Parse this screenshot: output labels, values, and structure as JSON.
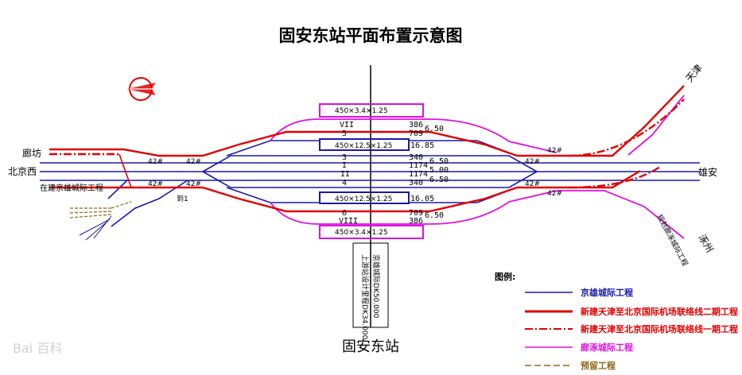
{
  "title": "固安东站平面布置示意图",
  "station_name": "固安东站",
  "places": {
    "langfang": "廊坊",
    "beijing_west": "北京西",
    "tianjin": "天津",
    "xiongan": "雄安",
    "zhuozhou": "涿州"
  },
  "route_notes": {
    "left_existing": "在建京雄城际工程",
    "right_lower": "规划廊涿城际工程"
  },
  "turnout_label": "42#",
  "track_numbers": [
    "VII",
    "5",
    "3",
    "I",
    "II",
    "4",
    "6",
    "VIII"
  ],
  "track_lengths": [
    "386",
    "709",
    "340",
    "1174",
    "1174",
    "340",
    "709",
    "386"
  ],
  "spacings": [
    "6.50",
    "6.50",
    "5.00",
    "6.50",
    "6.50"
  ],
  "platform_notes": [
    "450×3.4×1.25",
    "450×12.5×1.25",
    "450×12.5×1.25",
    "450×3.4×1.25"
  ],
  "dims": [
    "16.85",
    "16.05"
  ],
  "centerline_notes": [
    "上游站设计里程DK34.000",
    "京雄城际DK50.000"
  ],
  "small_label": "到1",
  "legend": {
    "title": "图例:",
    "items": [
      {
        "label": "京雄城际工程",
        "color": "#1a1aa8",
        "style": "solid"
      },
      {
        "label": "新建天津至北京国际机场联络线二期工程",
        "color": "#e00000",
        "style": "bold"
      },
      {
        "label": "新建天津至北京国际机场联络线一期工程",
        "color": "#e00000",
        "style": "dashdot"
      },
      {
        "label": "廊涿城际工程",
        "color": "#e010e0",
        "style": "solid"
      },
      {
        "label": "预留工程",
        "color": "#8b6914",
        "style": "dashed"
      }
    ]
  },
  "watermark": "Bai 百科",
  "colors": {
    "blue": "#1a1aa8",
    "red": "#e00000",
    "magenta": "#e010e0",
    "olive": "#8b6914",
    "black": "#000000"
  }
}
